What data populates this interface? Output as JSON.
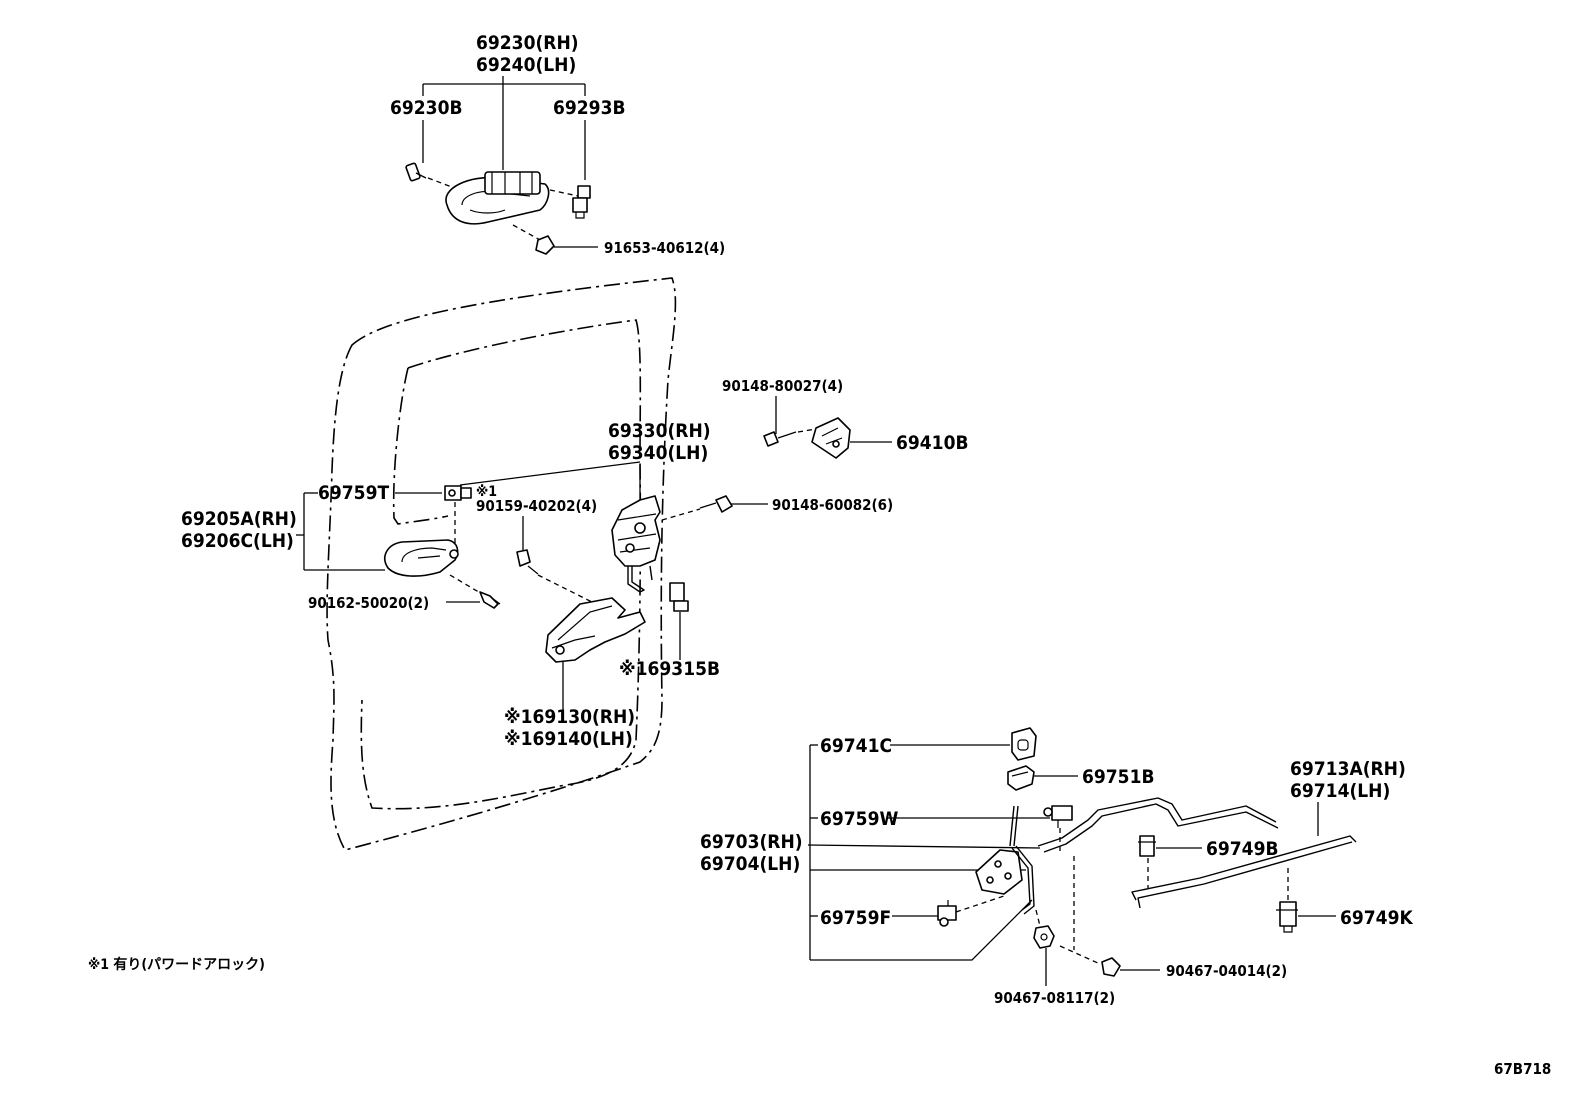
{
  "labels": {
    "l69230rh": "69230(RH)",
    "l69240lh": "69240(LH)",
    "l69230b": "69230B",
    "l69293b": "69293B",
    "l91653": "91653-40612(4)",
    "l90148_80027": "90148-80027(4)",
    "l69410b": "69410B",
    "l69330rh": "69330(RH)",
    "l69340lh": "69340(LH)",
    "l69759t": "69759T",
    "star1_t": "※1",
    "l90159": "90159-40202(4)",
    "l90148_60082": "90148-60082(6)",
    "l69205a": "69205A(RH)",
    "l69206c": "69206C(LH)",
    "l90162": "90162-50020(2)",
    "l69315b": "※169315B",
    "l69130rh": "※169130(RH)",
    "l69140lh": "※169140(LH)",
    "l69741c": "69741C",
    "l69751b": "69751B",
    "l69713a": "69713A(RH)",
    "l69714lh": "69714(LH)",
    "l69759w": "69759W",
    "l69703rh": "69703(RH)",
    "l69704lh": "69704(LH)",
    "l69749b": "69749B",
    "l69759f": "69759F",
    "l69749k": "69749K",
    "l90467_04014": "90467-04014(2)",
    "l90467_08117": "90467-08117(2)",
    "footnote": "※1 有り(パワードアロック)",
    "figcode": "67B718"
  }
}
